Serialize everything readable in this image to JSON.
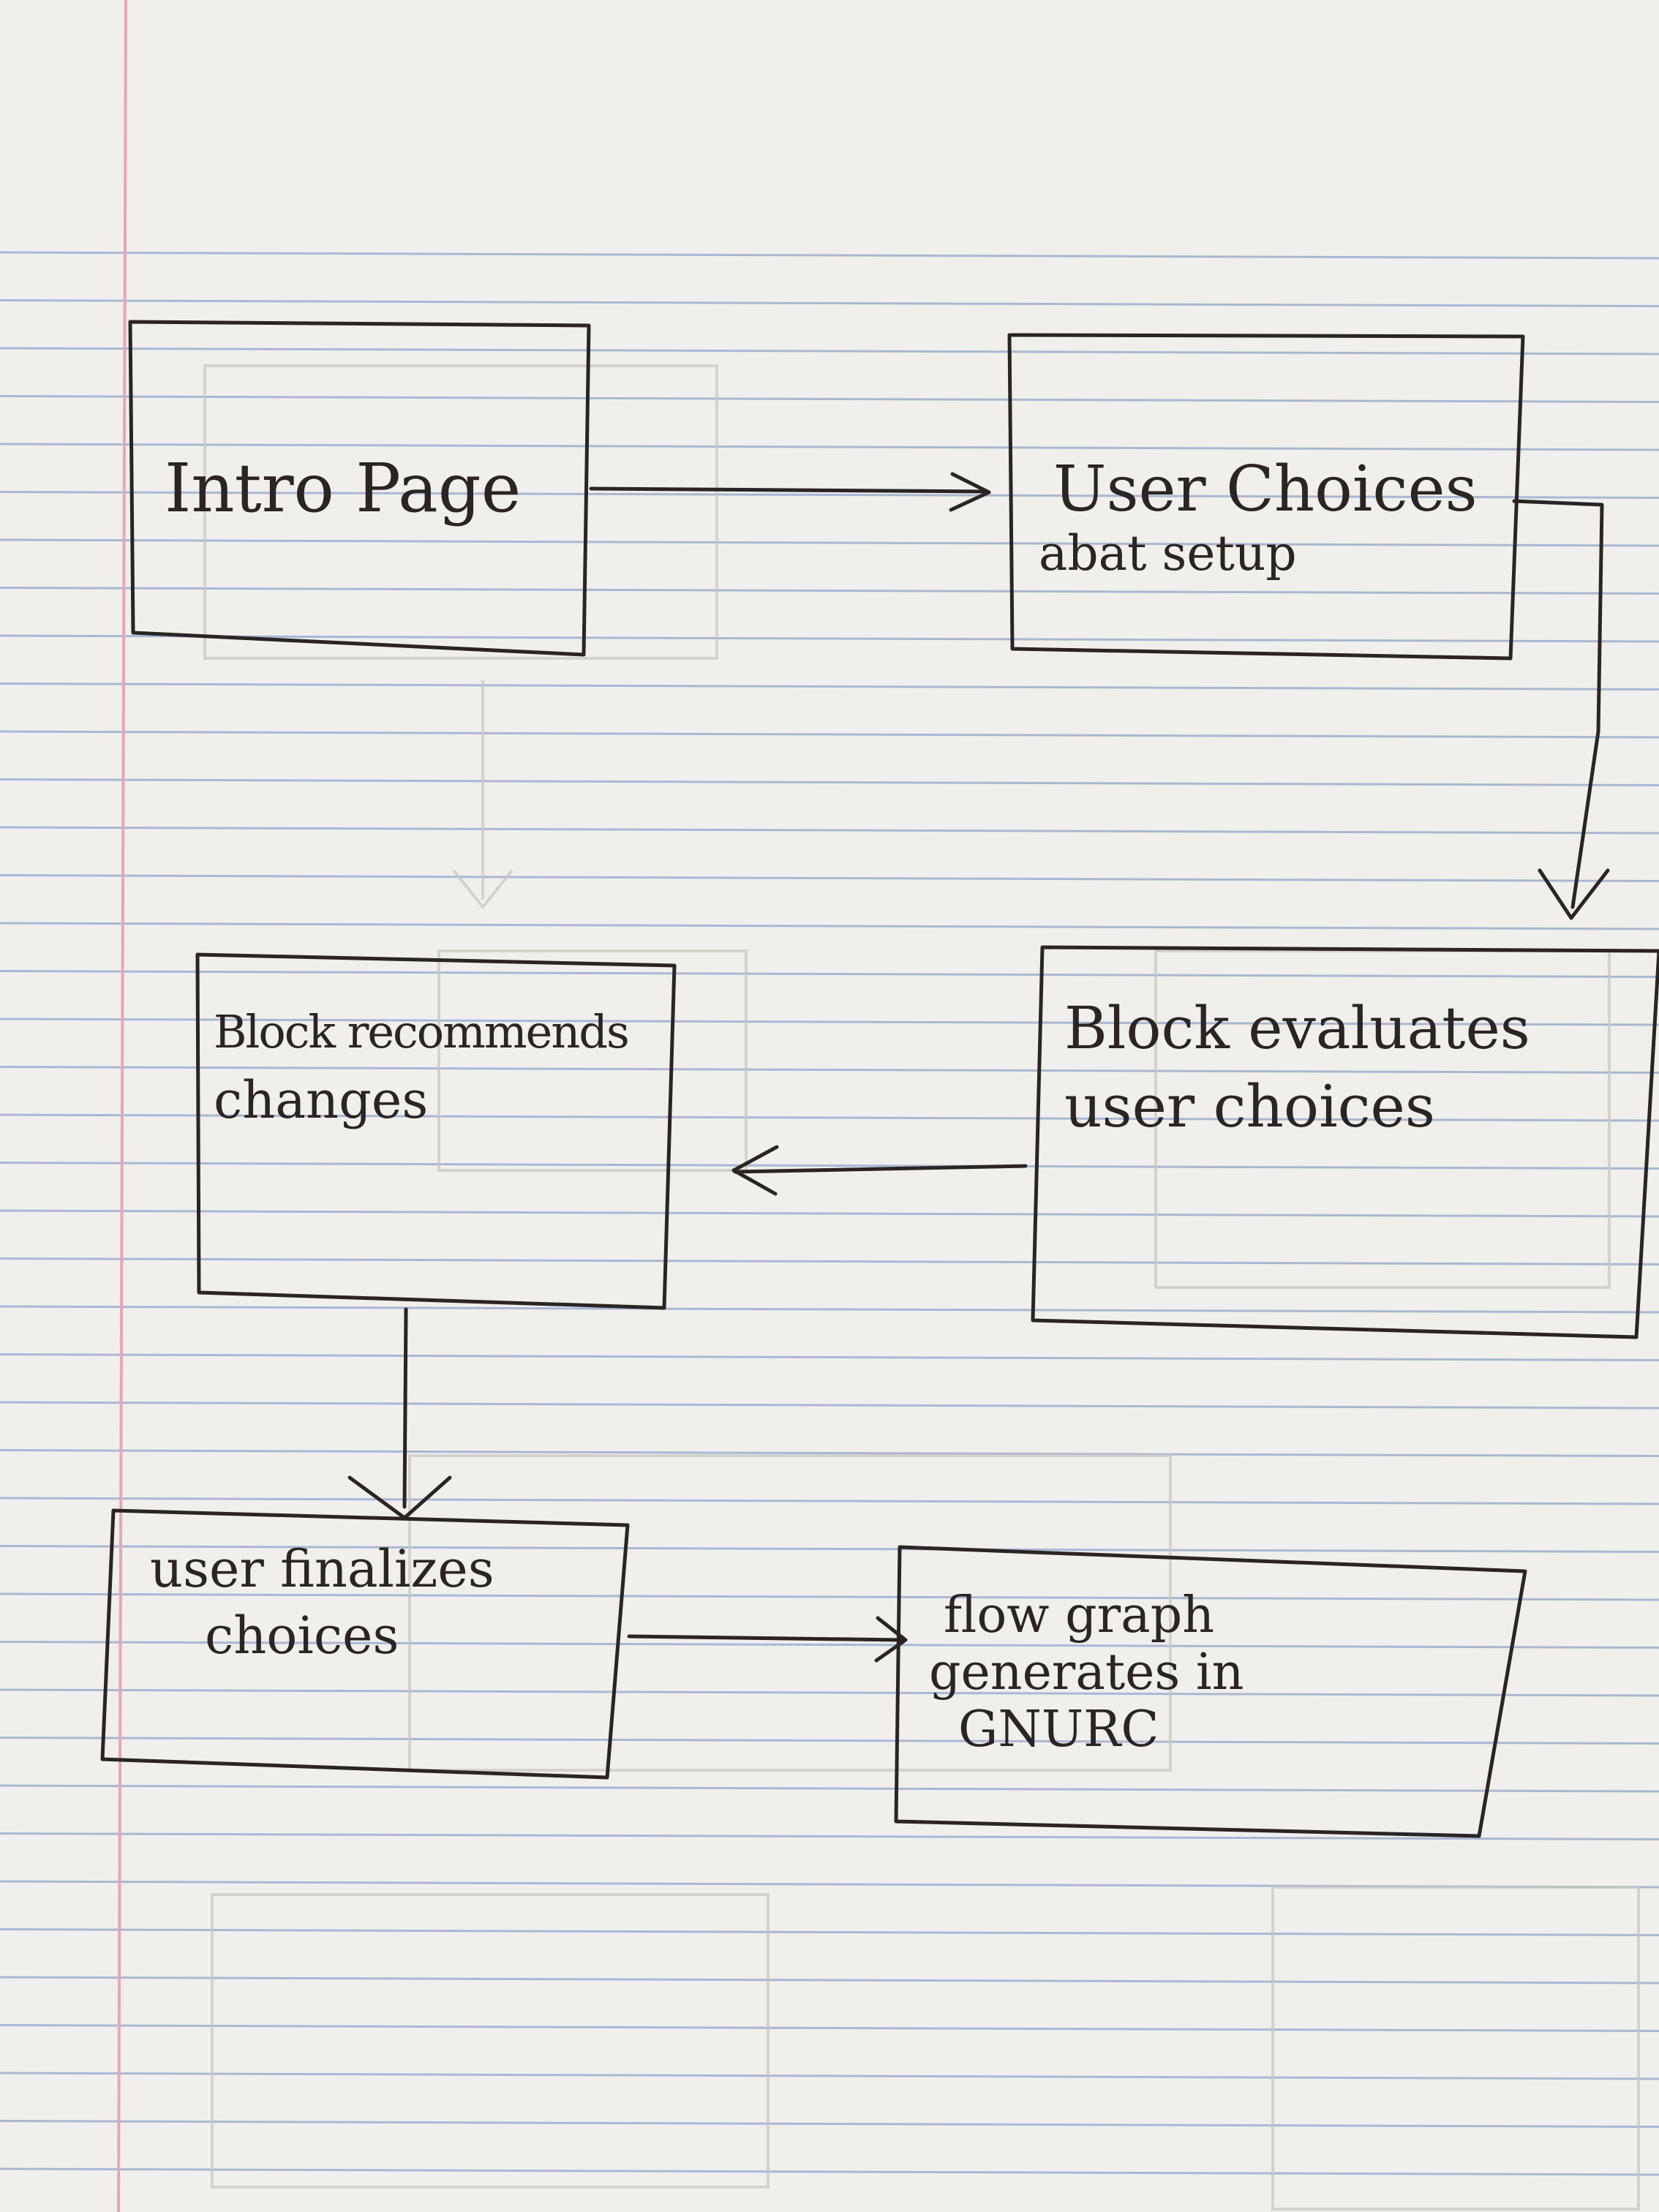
{
  "diagram": {
    "nodes": [
      {
        "id": "intro",
        "lines": [
          "Intro Page"
        ]
      },
      {
        "id": "user-choices",
        "lines": [
          "User Choices",
          "abat setup"
        ]
      },
      {
        "id": "block-evaluates",
        "lines": [
          "Block evaluates",
          "user choices"
        ]
      },
      {
        "id": "block-recommends",
        "lines": [
          "Block recommends",
          "changes"
        ]
      },
      {
        "id": "user-finalizes",
        "lines": [
          "user finalizes",
          "choices"
        ]
      },
      {
        "id": "flow-graph",
        "lines": [
          "flow graph",
          "generates in",
          "GNURC"
        ]
      }
    ],
    "edges": [
      {
        "from": "intro",
        "to": "user-choices"
      },
      {
        "from": "user-choices",
        "to": "block-evaluates"
      },
      {
        "from": "block-evaluates",
        "to": "block-recommends"
      },
      {
        "from": "block-recommends",
        "to": "user-finalizes"
      },
      {
        "from": "user-finalizes",
        "to": "flow-graph"
      }
    ]
  },
  "colors": {
    "ink": "#2a2522",
    "paper": "#f1efeb",
    "rule_line": "#a9b7d4",
    "margin_line": "#e7a6b5",
    "faint_ink": "#c9c6c1"
  }
}
